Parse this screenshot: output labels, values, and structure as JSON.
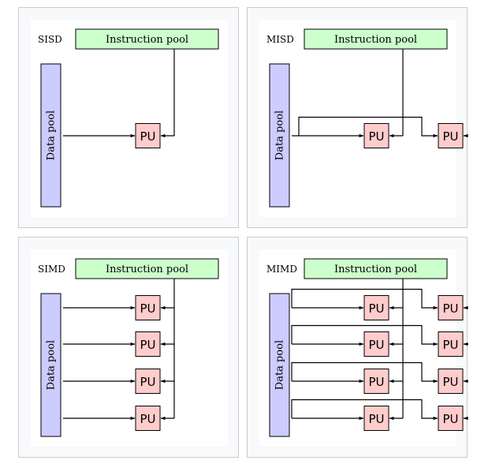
{
  "diagrams": [
    {
      "label": "SISD",
      "instruction_pool": "Instruction pool",
      "data_pool": "Data pool",
      "pu_label": "PU",
      "rows": 1,
      "cols": 1
    },
    {
      "label": "MISD",
      "instruction_pool": "Instruction pool",
      "data_pool": "Data pool",
      "pu_label": "PU",
      "rows": 1,
      "cols": 2
    },
    {
      "label": "SIMD",
      "instruction_pool": "Instruction pool",
      "data_pool": "Data pool",
      "pu_label": "PU",
      "rows": 4,
      "cols": 1
    },
    {
      "label": "MIMD",
      "instruction_pool": "Instruction pool",
      "data_pool": "Data pool",
      "pu_label": "PU",
      "rows": 4,
      "cols": 2
    }
  ],
  "colors": {
    "instruction_pool_fill": "#ccffcc",
    "data_pool_fill": "#ccccff",
    "pu_fill": "#ffcccc",
    "line": "#000000",
    "panel_bg": "#f8f9fa",
    "panel_border": "#c8ccd1",
    "inner_bg": "#ffffff"
  }
}
